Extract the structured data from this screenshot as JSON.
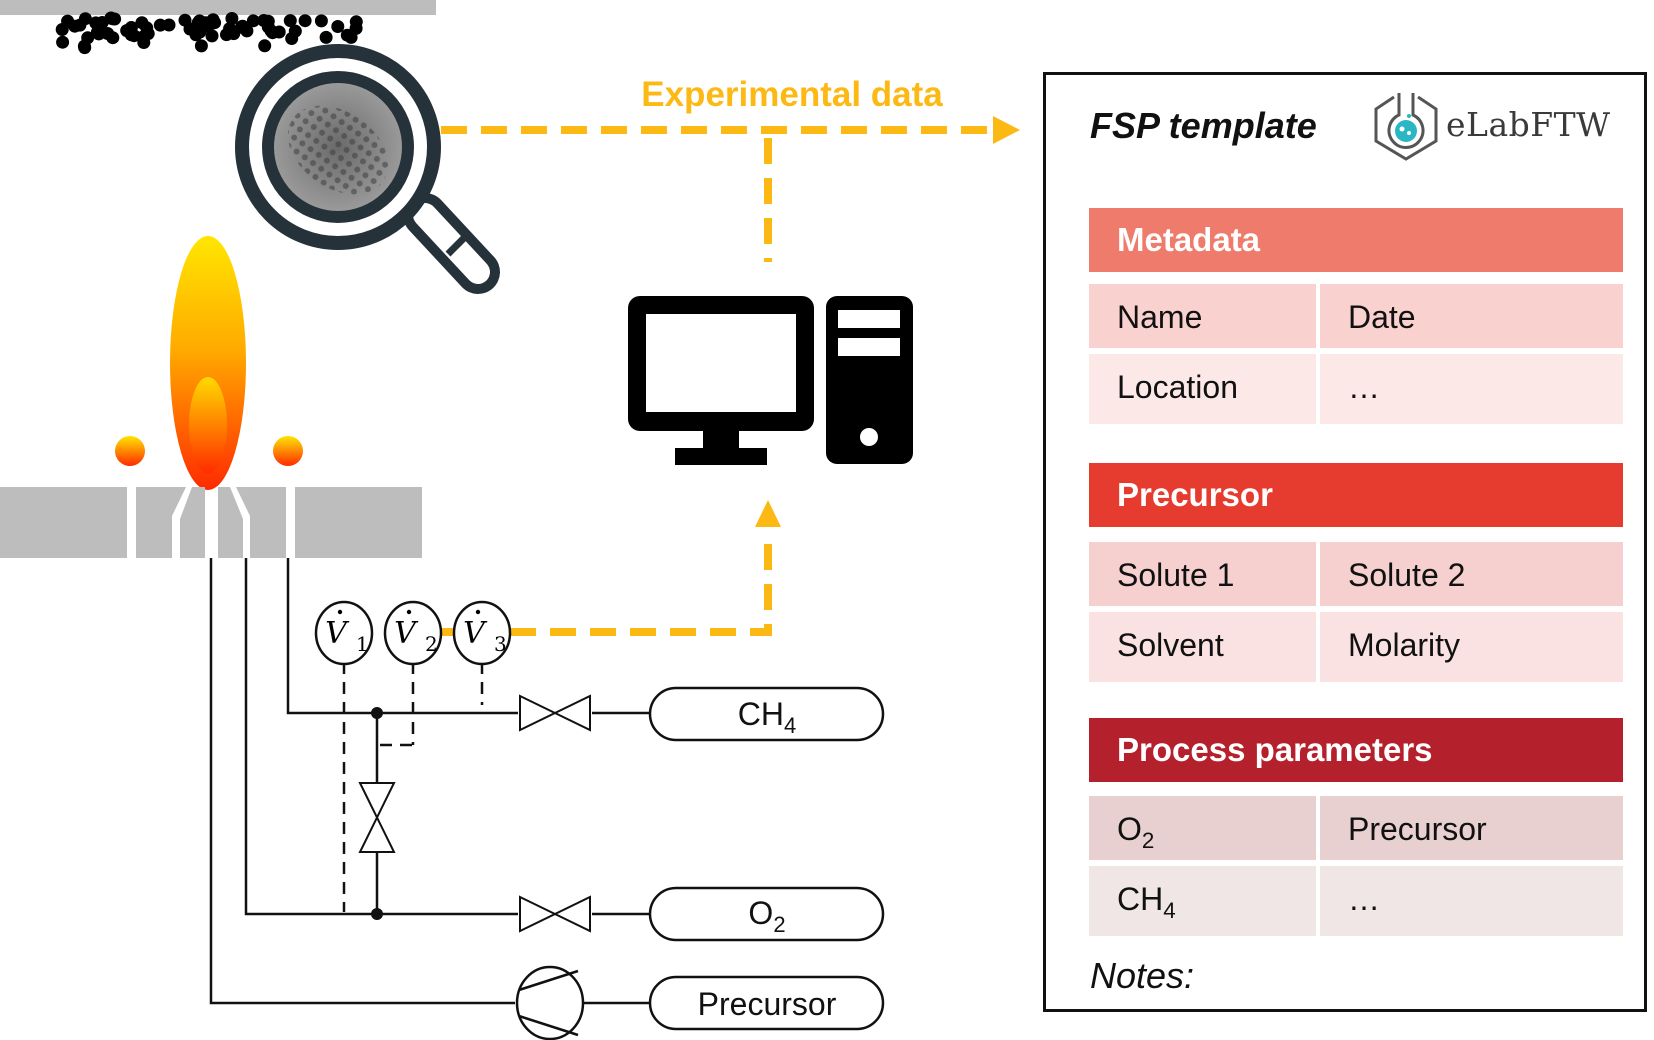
{
  "diagram": {
    "flow_label": "Experimental data",
    "colors": {
      "data_flow": "#FDB913",
      "magnifier": "#26323a",
      "burner": "#bfbfbf",
      "flame_top": "#FFE000",
      "flame_bottom": "#FF2A00"
    },
    "flow_meters": [
      {
        "symbol": "V",
        "index": "1"
      },
      {
        "symbol": "V",
        "index": "2"
      },
      {
        "symbol": "V",
        "index": "3"
      }
    ],
    "supplies": [
      {
        "base": "CH",
        "sub": "4"
      },
      {
        "base": "O",
        "sub": "2"
      },
      {
        "base": "Precursor",
        "sub": ""
      }
    ],
    "icons": [
      "particle-deposit",
      "microscope-magnifier-icon",
      "flame-icon",
      "computer-icon",
      "valve-icon",
      "pump-icon"
    ]
  },
  "template": {
    "title": "FSP template",
    "logo_text": "eLabFTW",
    "notes_label": "Notes:",
    "sections": [
      {
        "header": "Metadata",
        "header_color": "#EE7B6B",
        "row_colors": [
          "#F9D2CF",
          "#FCE9E7"
        ],
        "rows": [
          [
            {
              "base": "Name",
              "sub": ""
            },
            {
              "base": "Date",
              "sub": ""
            }
          ],
          [
            {
              "base": "Location",
              "sub": ""
            },
            {
              "base": "…",
              "sub": ""
            }
          ]
        ]
      },
      {
        "header": "Precursor",
        "header_color": "#E63C30",
        "row_colors": [
          "#F6CFCF",
          "#F9E2E1"
        ],
        "rows": [
          [
            {
              "base": "Solute 1",
              "sub": ""
            },
            {
              "base": "Solute 2",
              "sub": ""
            }
          ],
          [
            {
              "base": "Solvent",
              "sub": ""
            },
            {
              "base": "Molarity",
              "sub": ""
            }
          ]
        ]
      },
      {
        "header": "Process parameters",
        "header_color": "#B5202D",
        "row_colors": [
          "#E8D0D1",
          "#F1E6E6"
        ],
        "rows": [
          [
            {
              "base": "O",
              "sub": "2"
            },
            {
              "base": "Precursor",
              "sub": ""
            }
          ],
          [
            {
              "base": "CH",
              "sub": "4"
            },
            {
              "base": "…",
              "sub": ""
            }
          ]
        ]
      }
    ]
  }
}
